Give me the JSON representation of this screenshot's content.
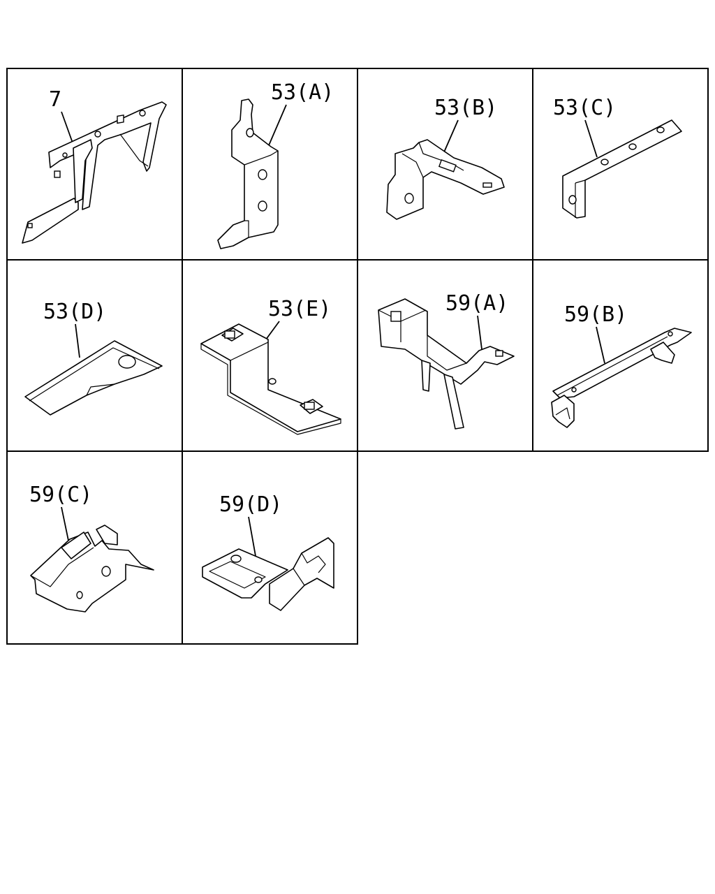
{
  "cells": [
    {
      "id": "c0",
      "label": "7"
    },
    {
      "id": "c1",
      "label": "53(A)"
    },
    {
      "id": "c2",
      "label": "53(B)"
    },
    {
      "id": "c3",
      "label": "53(C)"
    },
    {
      "id": "c4",
      "label": "53(D)"
    },
    {
      "id": "c5",
      "label": "53(E)"
    },
    {
      "id": "c6",
      "label": "59(A)"
    },
    {
      "id": "c7",
      "label": "59(B)"
    },
    {
      "id": "c8",
      "label": "59(C)"
    },
    {
      "id": "c9",
      "label": "59(D)"
    }
  ],
  "colors": {
    "line": "#000000",
    "background": "#ffffff"
  }
}
